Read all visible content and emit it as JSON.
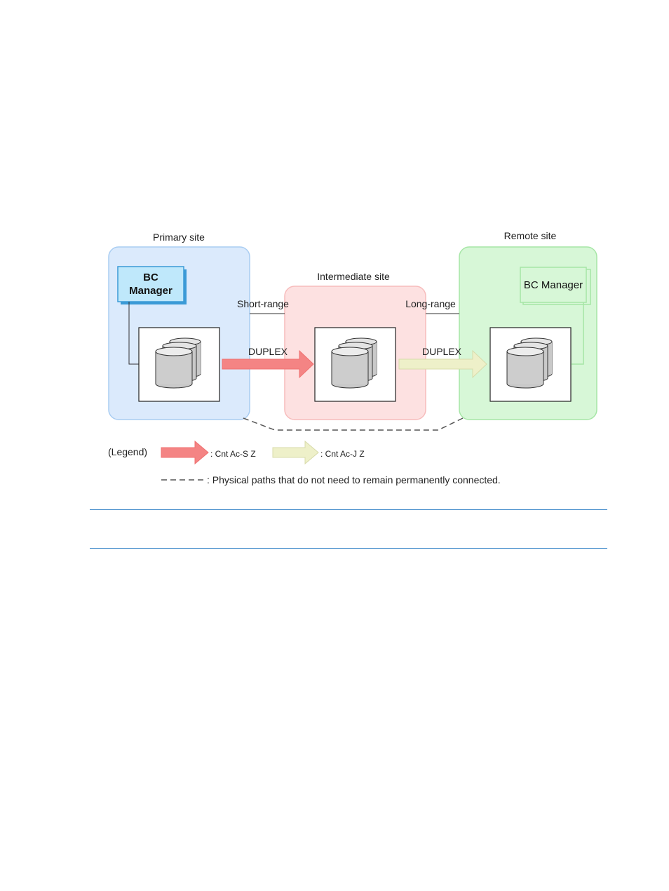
{
  "diagram": {
    "sites": {
      "primary": {
        "label": "Primary site",
        "color": "#dbeafc",
        "border": "#a9cdf2"
      },
      "intermediate": {
        "label": "Intermediate site",
        "color": "#fde1e1",
        "border": "#f7bcbc"
      },
      "remote": {
        "label": "Remote site",
        "color": "#d7f7d7",
        "border": "#a6e6a6"
      }
    },
    "bc_manager_primary": {
      "label_line1": "BC",
      "label_line2": "Manager",
      "fill": "#bfe8fb",
      "border": "#3b9ad6"
    },
    "bc_manager_remote": {
      "label": "BC Manager",
      "fill": "#d7f7d7",
      "border": "#a6e6a6"
    },
    "links": {
      "short_range": "Short-range",
      "long_range": "Long-range",
      "duplex_left": "DUPLEX",
      "duplex_right": "DUPLEX"
    },
    "legend": {
      "title": "(Legend)",
      "sync_label": ": Cnt Ac-S Z",
      "async_label": ": Cnt Ac-J Z",
      "dashed_label": ": Physical paths that do not need to remain permanently connected.",
      "sync_color": "#f48484",
      "async_color": "#eef0c9"
    }
  }
}
